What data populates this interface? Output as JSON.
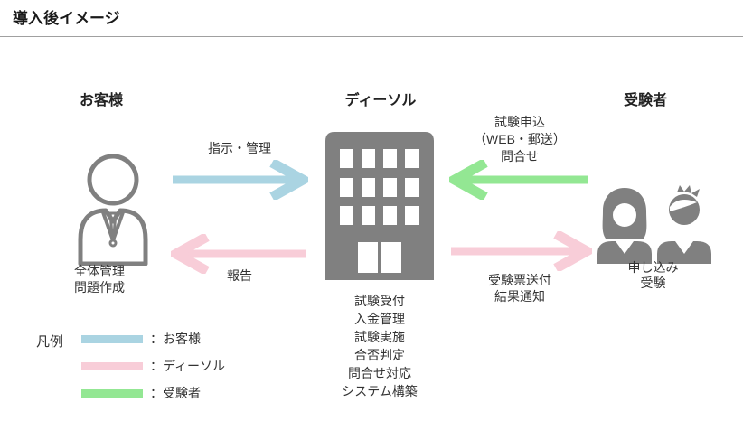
{
  "title": "導入後イメージ",
  "colors": {
    "customer_blue": "#aad4e2",
    "dsol_pink": "#f8cdd8",
    "examinee_green": "#93e793",
    "icon_gray": "#808080"
  },
  "entities": {
    "customer": {
      "label": "お客様",
      "tasks": [
        "全体管理",
        "問題作成"
      ]
    },
    "dsol": {
      "label": "ディーソル",
      "tasks": [
        "試験受付",
        "入金管理",
        "試験実施",
        "合否判定",
        "問合せ対応",
        "システム構築"
      ]
    },
    "examinee": {
      "label": "受験者",
      "tasks": [
        "申し込み",
        "受験"
      ]
    }
  },
  "arrows": {
    "instruction": {
      "label": "指示・管理"
    },
    "report": {
      "label": "報告"
    },
    "application": {
      "lines": [
        "試験申込",
        "（WEB・郵送）",
        "問合せ"
      ]
    },
    "ticket": {
      "lines": [
        "受験票送付",
        "結果通知"
      ]
    }
  },
  "legend": {
    "title": "凡例",
    "items": [
      {
        "label": "：お客様",
        "color": "#aad4e2"
      },
      {
        "label": "：ディーソル",
        "color": "#f8cdd8"
      },
      {
        "label": "：受験者",
        "color": "#93e793"
      }
    ]
  }
}
